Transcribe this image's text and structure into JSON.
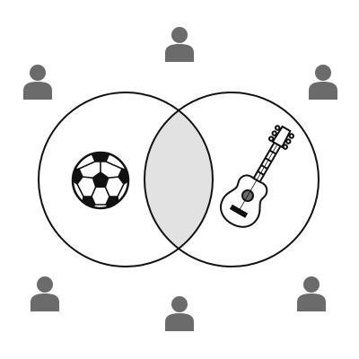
{
  "diagram": {
    "type": "venn",
    "sets": [
      {
        "id": "left",
        "icon": "soccer-ball-icon"
      },
      {
        "id": "right",
        "icon": "acoustic-guitar-icon"
      }
    ],
    "intersection_shaded": true,
    "person_icon_count": 6
  },
  "colors": {
    "background": "#ffffff",
    "circle_stroke": "#111111",
    "intersection_fill": "#e2e2e2",
    "person_icon": "#6b6b6b",
    "icon_stroke": "#111111"
  }
}
